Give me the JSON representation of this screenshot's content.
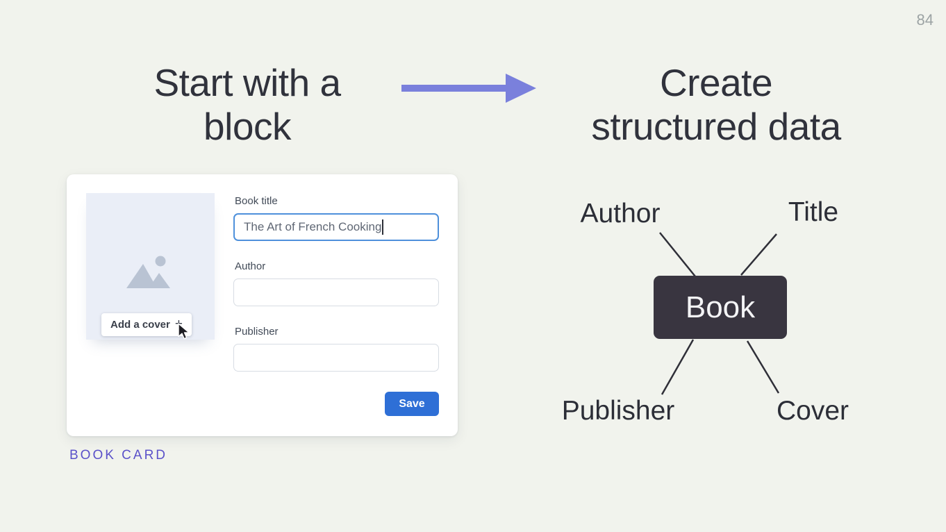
{
  "page": {
    "number": "84",
    "background_color": "#F1F3ED"
  },
  "left_section": {
    "heading": "Start with a\nblock",
    "caption": "BOOK CARD",
    "card": {
      "cover": {
        "button_label": "Add a cover",
        "plus_icon": "+"
      },
      "fields": [
        {
          "label": "Book title",
          "value": "The Art of French Cooking",
          "placeholder": ""
        },
        {
          "label": "Author",
          "value": "",
          "placeholder": ""
        },
        {
          "label": "Publisher",
          "value": "",
          "placeholder": ""
        }
      ],
      "save_label": "Save"
    }
  },
  "arrow": {
    "direction": "right",
    "color": "#7A80DC"
  },
  "right_section": {
    "heading": "Create\nstructured data",
    "diagram": {
      "center_node": "Book",
      "center_bg": "#393540",
      "nodes": {
        "top_left": "Author",
        "top_right": "Title",
        "bottom_left": "Publisher",
        "bottom_right": "Cover"
      }
    }
  },
  "colors": {
    "heading_text": "#30323C",
    "caption_accent": "#5A51C9",
    "save_button": "#2E6FD6",
    "focused_input_border": "#4E90DB",
    "cover_placeholder": "#EAEEF7"
  }
}
